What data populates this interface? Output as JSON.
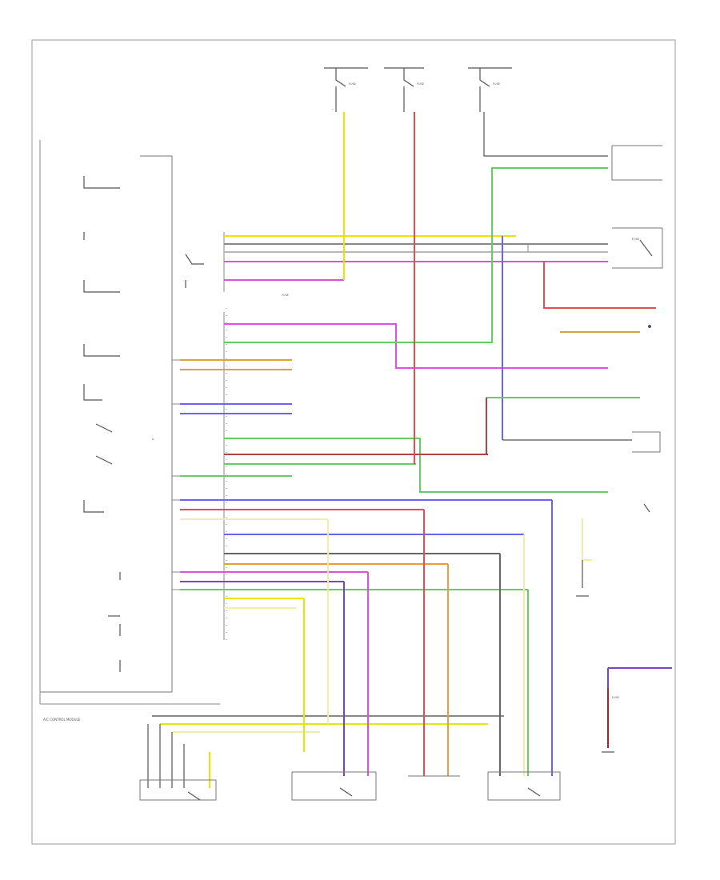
{
  "page": {
    "code": ""
  },
  "colors": {
    "yellow": "#e6e600",
    "red": "#e05050",
    "green": "#66cc66",
    "blue": "#6666ee",
    "magenta": "#e050e0",
    "orange": "#e0a040",
    "dark_gray": "#666666",
    "pale_yellow": "#eeeeaa",
    "violet": "#7744cc",
    "dark_red": "#aa2222"
  },
  "labels": {
    "fuse_left": "FUSE",
    "fuse_mid": "FUSE",
    "fuse_right": "FUSE",
    "fuse_low": "FUSE",
    "fuse_bottom_right": "FUSE",
    "control_module": "A/C CONTROL MODULE",
    "relay_right": "FUSE"
  }
}
